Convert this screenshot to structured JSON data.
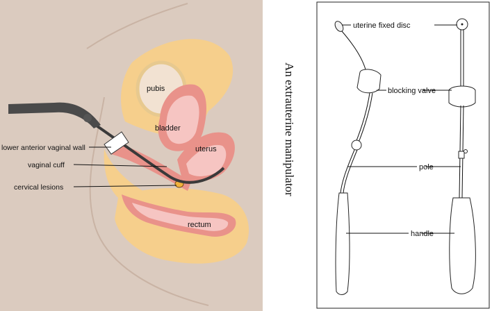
{
  "colors": {
    "panel_bg": "#dbcbbf",
    "soft_tissue": "#f6cf8c",
    "muscle": "#e9928a",
    "mucosa": "#f6c5c2",
    "instrument": "#4a4a4a",
    "bone_fill": "#f2e2d2"
  },
  "anatomy_labels": {
    "pubis": "pubis",
    "bladder": "bladder",
    "uterus": "uterus",
    "rectum": "rectum",
    "lower_anterior_vaginal_wall": "lower anterior vaginal wall",
    "vaginal_cuff": "vaginal cuff",
    "cervical_lesions": "cervical lesions"
  },
  "manipulator": {
    "title": "An extrauterine manipulator",
    "parts": {
      "disc": "uterine fixed disc",
      "valve": "blocking valve",
      "pole": "pole",
      "handle": "handle"
    }
  }
}
